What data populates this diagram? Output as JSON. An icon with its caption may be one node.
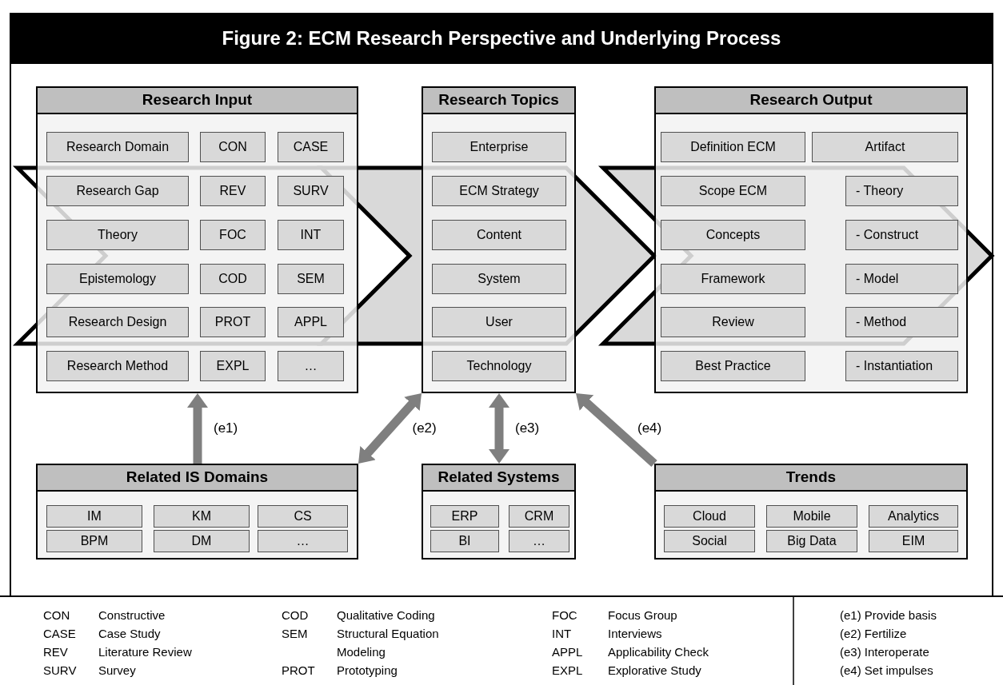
{
  "diagram": {
    "title": "Figure 2: ECM Research Perspective and Underlying Process",
    "nodes": [
      {
        "text": [
          "Research Input"
        ]
      },
      {
        "text": [
          "Research Domain"
        ],
        "in": 0
      },
      {
        "text": [
          "CON"
        ],
        "in": 0
      },
      {
        "text": [
          "CASE"
        ],
        "in": 0
      },
      {
        "text": [
          "Research Gap"
        ],
        "in": 0
      },
      {
        "text": [
          "REV"
        ],
        "in": 0
      },
      {
        "text": [
          "SURV"
        ],
        "in": 0
      },
      {
        "text": [
          "Theory"
        ],
        "in": 0
      },
      {
        "text": [
          "FOC"
        ],
        "in": 0
      },
      {
        "text": [
          "INT"
        ],
        "in": 0
      },
      {
        "text": [
          "Epistemology"
        ],
        "in": 0
      },
      {
        "text": [
          "COD"
        ],
        "in": 0
      },
      {
        "text": [
          "SEM"
        ],
        "in": 0
      },
      {
        "text": [
          "Research Design"
        ],
        "in": 0
      },
      {
        "text": [
          "PROT"
        ],
        "in": 0
      },
      {
        "text": [
          "APPL"
        ],
        "in": 0
      },
      {
        "text": [
          "Research Method"
        ],
        "in": 0
      },
      {
        "text": [
          "EXPL"
        ],
        "in": 0
      },
      {
        "text": [
          "…"
        ],
        "in": 0
      },
      {
        "text": [
          "Research Topics"
        ]
      },
      {
        "text": [
          "Enterprise"
        ],
        "in": 19
      },
      {
        "text": [
          "ECM Strategy"
        ],
        "in": 19
      },
      {
        "text": [
          "Content"
        ],
        "in": 19
      },
      {
        "text": [
          "System"
        ],
        "in": 19
      },
      {
        "text": [
          "User"
        ],
        "in": 19
      },
      {
        "text": [
          "Technology"
        ],
        "in": 19
      },
      {
        "text": [
          "Research Output"
        ]
      },
      {
        "text": [
          "Definition ECM"
        ],
        "in": 26
      },
      {
        "text": [
          "Artifact"
        ],
        "in": 26
      },
      {
        "text": [
          "Scope ECM"
        ],
        "in": 26
      },
      {
        "text": [
          "- Theory"
        ],
        "in": 26
      },
      {
        "text": [
          "Concepts"
        ],
        "in": 26
      },
      {
        "text": [
          "- Construct"
        ],
        "in": 26
      },
      {
        "text": [
          "Framework"
        ],
        "in": 26
      },
      {
        "text": [
          "- Model"
        ],
        "in": 26
      },
      {
        "text": [
          "Review"
        ],
        "in": 26
      },
      {
        "text": [
          "- Method"
        ],
        "in": 26
      },
      {
        "text": [
          "Best Practice"
        ],
        "in": 26
      },
      {
        "text": [
          "- Instantiation"
        ],
        "in": 26
      },
      {
        "text": [
          "Related IS Domains"
        ]
      },
      {
        "text": [
          "IM"
        ],
        "in": 39
      },
      {
        "text": [
          "KM"
        ],
        "in": 39
      },
      {
        "text": [
          "CS"
        ],
        "in": 39
      },
      {
        "text": [
          "BPM"
        ],
        "in": 39
      },
      {
        "text": [
          "DM"
        ],
        "in": 39
      },
      {
        "text": [
          "…"
        ],
        "in": 39
      },
      {
        "text": [
          "Related Systems"
        ]
      },
      {
        "text": [
          "ERP"
        ],
        "in": 46
      },
      {
        "text": [
          "CRM"
        ],
        "in": 46
      },
      {
        "text": [
          "BI"
        ],
        "in": 46
      },
      {
        "text": [
          "…"
        ],
        "in": 46
      },
      {
        "text": [
          "Trends"
        ]
      },
      {
        "text": [
          "Cloud"
        ],
        "in": 51
      },
      {
        "text": [
          "Mobile"
        ],
        "in": 51
      },
      {
        "text": [
          "Analytics"
        ],
        "in": 51
      },
      {
        "text": [
          "Social"
        ],
        "in": 51
      },
      {
        "text": [
          "Big Data"
        ],
        "in": 51
      },
      {
        "text": [
          "EIM"
        ],
        "in": 51
      }
    ],
    "edges": [
      {
        "from": 39,
        "to": 0,
        "arrow": "to",
        "label": "(e1)"
      },
      {
        "from": 39,
        "to": 19,
        "arrow": "both",
        "label": "(e2)"
      },
      {
        "from": 19,
        "to": 46,
        "arrow": "both",
        "label": "(e3)"
      },
      {
        "from": 51,
        "to": 19,
        "arrow": "to",
        "label": "(e4)"
      }
    ],
    "labels": [
      "CON",
      "Constructive",
      "CASE",
      "Case Study",
      "REV",
      "Literature Review",
      "SURV",
      "Survey",
      "COD",
      "Qualitative Coding",
      "SEM",
      "Structural Equation Modeling",
      "PROT",
      "Prototyping",
      "FOC",
      "Focus Group",
      "INT",
      "Interviews",
      "APPL",
      "Applicability Check",
      "EXPL",
      "Explorative Study",
      "(e1) Provide basis",
      "(e2) Fertilize",
      "(e3) Interoperate",
      "(e4) Set impulses"
    ]
  }
}
